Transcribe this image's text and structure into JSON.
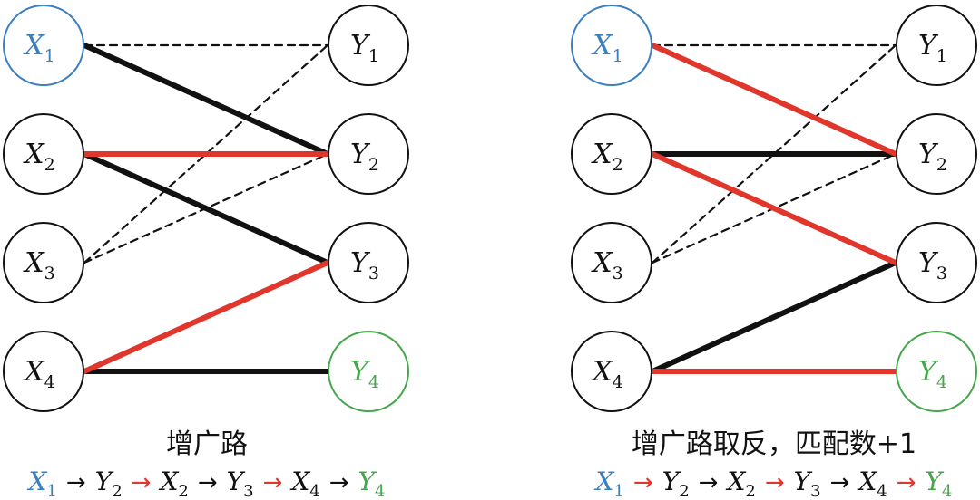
{
  "colors": {
    "black": "#111111",
    "red": "#e0362c",
    "blue": "#3b7fc0",
    "green": "#46a64c"
  },
  "panels": [
    {
      "caption": "增广路",
      "left_nodes": [
        {
          "letter": "X",
          "sub": "1",
          "color": "blue"
        },
        {
          "letter": "X",
          "sub": "2",
          "color": "black"
        },
        {
          "letter": "X",
          "sub": "3",
          "color": "black"
        },
        {
          "letter": "X",
          "sub": "4",
          "color": "black"
        }
      ],
      "right_nodes": [
        {
          "letter": "Y",
          "sub": "1",
          "color": "black"
        },
        {
          "letter": "Y",
          "sub": "2",
          "color": "black"
        },
        {
          "letter": "Y",
          "sub": "3",
          "color": "black"
        },
        {
          "letter": "Y",
          "sub": "4",
          "color": "green"
        }
      ],
      "edges": [
        {
          "from": 1,
          "to": 1,
          "style": "dashed"
        },
        {
          "from": 3,
          "to": 1,
          "style": "dashed"
        },
        {
          "from": 3,
          "to": 2,
          "style": "dashed"
        },
        {
          "from": 1,
          "to": 2,
          "style": "black"
        },
        {
          "from": 2,
          "to": 3,
          "style": "black"
        },
        {
          "from": 4,
          "to": 4,
          "style": "black"
        },
        {
          "from": 2,
          "to": 2,
          "style": "red"
        },
        {
          "from": 4,
          "to": 3,
          "style": "red"
        }
      ],
      "path": [
        {
          "letter": "X",
          "sub": "1",
          "color": "blue"
        },
        {
          "arrow": "→",
          "color": "black"
        },
        {
          "letter": "Y",
          "sub": "2",
          "color": "black"
        },
        {
          "arrow": "→",
          "color": "red"
        },
        {
          "letter": "X",
          "sub": "2",
          "color": "black"
        },
        {
          "arrow": "→",
          "color": "black"
        },
        {
          "letter": "Y",
          "sub": "3",
          "color": "black"
        },
        {
          "arrow": "→",
          "color": "red"
        },
        {
          "letter": "X",
          "sub": "4",
          "color": "black"
        },
        {
          "arrow": "→",
          "color": "black"
        },
        {
          "letter": "Y",
          "sub": "4",
          "color": "green"
        }
      ]
    },
    {
      "caption": "增广路取反，匹配数+1",
      "left_nodes": [
        {
          "letter": "X",
          "sub": "1",
          "color": "blue"
        },
        {
          "letter": "X",
          "sub": "2",
          "color": "black"
        },
        {
          "letter": "X",
          "sub": "3",
          "color": "black"
        },
        {
          "letter": "X",
          "sub": "4",
          "color": "black"
        }
      ],
      "right_nodes": [
        {
          "letter": "Y",
          "sub": "1",
          "color": "black"
        },
        {
          "letter": "Y",
          "sub": "2",
          "color": "black"
        },
        {
          "letter": "Y",
          "sub": "3",
          "color": "black"
        },
        {
          "letter": "Y",
          "sub": "4",
          "color": "green"
        }
      ],
      "edges": [
        {
          "from": 1,
          "to": 1,
          "style": "dashed"
        },
        {
          "from": 3,
          "to": 1,
          "style": "dashed"
        },
        {
          "from": 3,
          "to": 2,
          "style": "dashed"
        },
        {
          "from": 2,
          "to": 2,
          "style": "black"
        },
        {
          "from": 4,
          "to": 3,
          "style": "black"
        },
        {
          "from": 1,
          "to": 2,
          "style": "red"
        },
        {
          "from": 2,
          "to": 3,
          "style": "red"
        },
        {
          "from": 4,
          "to": 4,
          "style": "red"
        }
      ],
      "path": [
        {
          "letter": "X",
          "sub": "1",
          "color": "blue"
        },
        {
          "arrow": "→",
          "color": "red"
        },
        {
          "letter": "Y",
          "sub": "2",
          "color": "black"
        },
        {
          "arrow": "→",
          "color": "black"
        },
        {
          "letter": "X",
          "sub": "2",
          "color": "black"
        },
        {
          "arrow": "→",
          "color": "red"
        },
        {
          "letter": "Y",
          "sub": "3",
          "color": "black"
        },
        {
          "arrow": "→",
          "color": "black"
        },
        {
          "letter": "X",
          "sub": "4",
          "color": "black"
        },
        {
          "arrow": "→",
          "color": "red"
        },
        {
          "letter": "Y",
          "sub": "4",
          "color": "green"
        }
      ]
    }
  ]
}
